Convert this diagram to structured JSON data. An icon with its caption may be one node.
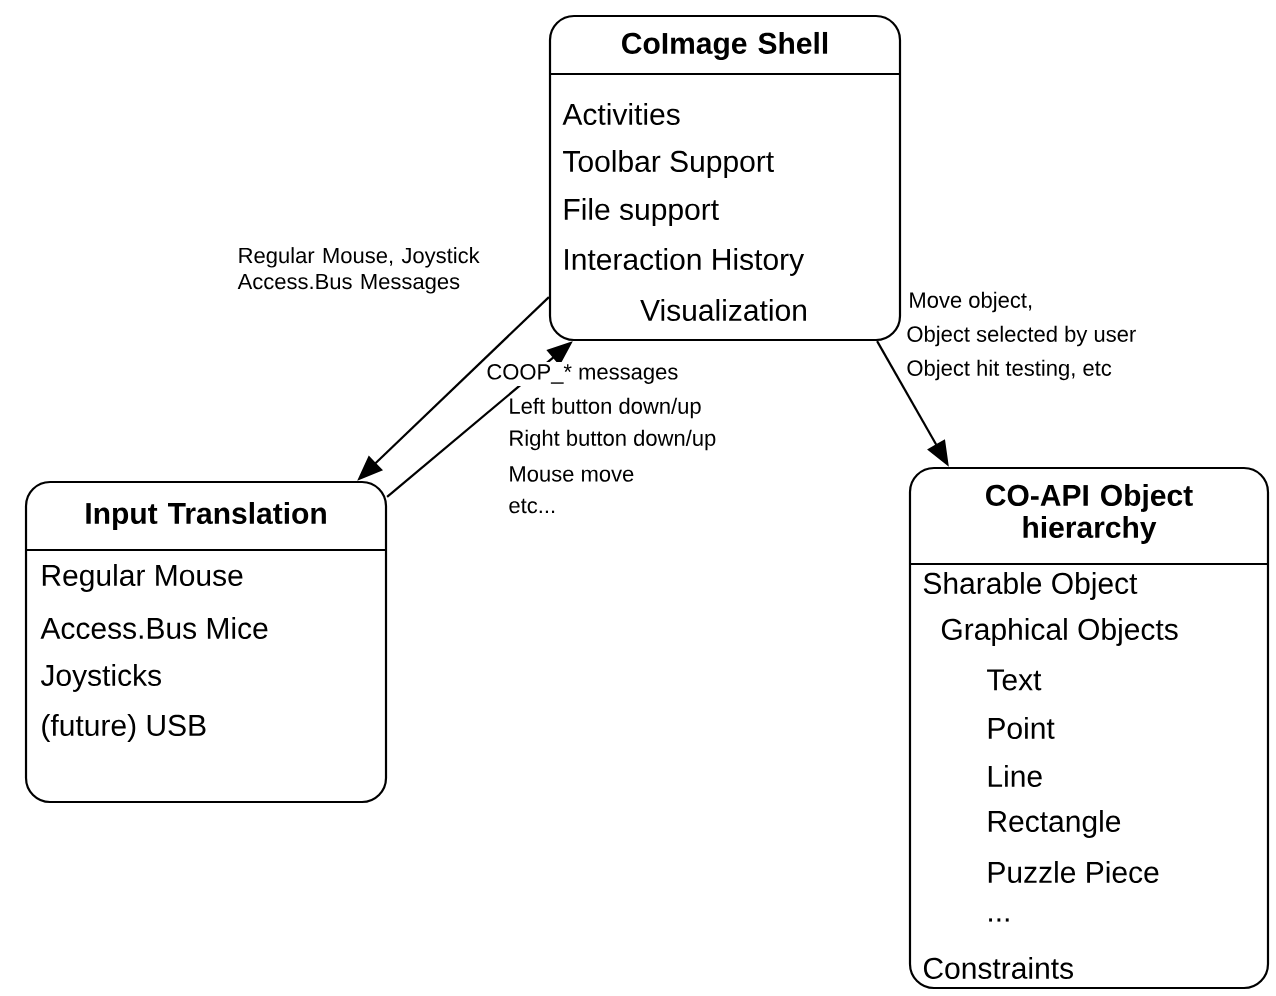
{
  "diagram": {
    "nodes": [
      {
        "text": [
          "CoImage Shell",
          "Activities",
          "Toolbar Support",
          "File support",
          "Interaction History",
          "Visualization"
        ]
      },
      {
        "text": [
          "Input Translation",
          "Regular Mouse",
          "Access.Bus Mice",
          "Joysticks",
          "(future) USB"
        ]
      },
      {
        "text": [
          "CO-API Object hierarchy",
          "Sharable Object",
          "Graphical Objects",
          "Text",
          "Point",
          "Line",
          "Rectangle",
          "Puzzle Piece",
          "...",
          "Constraints"
        ]
      }
    ],
    "edges": [
      {
        "from": 0,
        "to": 1,
        "arrow": "to",
        "label": "Regular Mouse, Joystick Access.Bus Messages"
      },
      {
        "from": 1,
        "to": 0,
        "arrow": "to",
        "label": "COOP_* messages"
      },
      {
        "from": 0,
        "to": 2,
        "arrow": "to",
        "label": "Move object,"
      }
    ],
    "labels": [
      "Left button down/up",
      "Right button down/up",
      "Mouse move",
      "etc...",
      "Object selected by user",
      "Object hit testing, etc"
    ]
  }
}
